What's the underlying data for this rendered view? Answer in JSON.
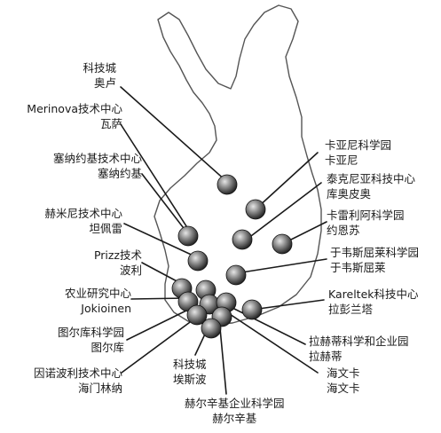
{
  "map": {
    "labels": [
      {
        "lines": [
          "科技城",
          "奥卢"
        ]
      },
      {
        "lines": [
          "Merinova技术中心",
          "瓦萨"
        ]
      },
      {
        "lines": [
          "塞纳约基技术中心",
          "塞纳约基"
        ]
      },
      {
        "lines": [
          "赫米尼技术中心",
          "坦佩雷"
        ]
      },
      {
        "lines": [
          "Prizz技术",
          "波利"
        ]
      },
      {
        "lines": [
          "农业研究中心",
          "Jokioinen"
        ]
      },
      {
        "lines": [
          "图尔库科学园",
          "图尔库"
        ]
      },
      {
        "lines": [
          "因诺波利技术中心",
          "海门林纳"
        ]
      },
      {
        "lines": [
          "科技城",
          "埃斯波"
        ]
      },
      {
        "lines": [
          "赫尔辛基企业科学园",
          "赫尔辛基"
        ]
      },
      {
        "lines": [
          "海文卡",
          "海文卡"
        ]
      },
      {
        "lines": [
          "拉赫蒂科学和企业园",
          "拉赫蒂"
        ]
      },
      {
        "lines": [
          "Kareltek科技中心",
          "拉彭兰塔"
        ]
      },
      {
        "lines": [
          "于韦斯屈莱科学园",
          "于韦斯屈莱"
        ]
      },
      {
        "lines": [
          "卡雷利阿科学园",
          "约恩苏"
        ]
      },
      {
        "lines": [
          "泰克尼亚科技中心",
          "库奥皮奥"
        ]
      },
      {
        "lines": [
          "卡亚尼科学园",
          "卡亚尼"
        ]
      }
    ]
  }
}
